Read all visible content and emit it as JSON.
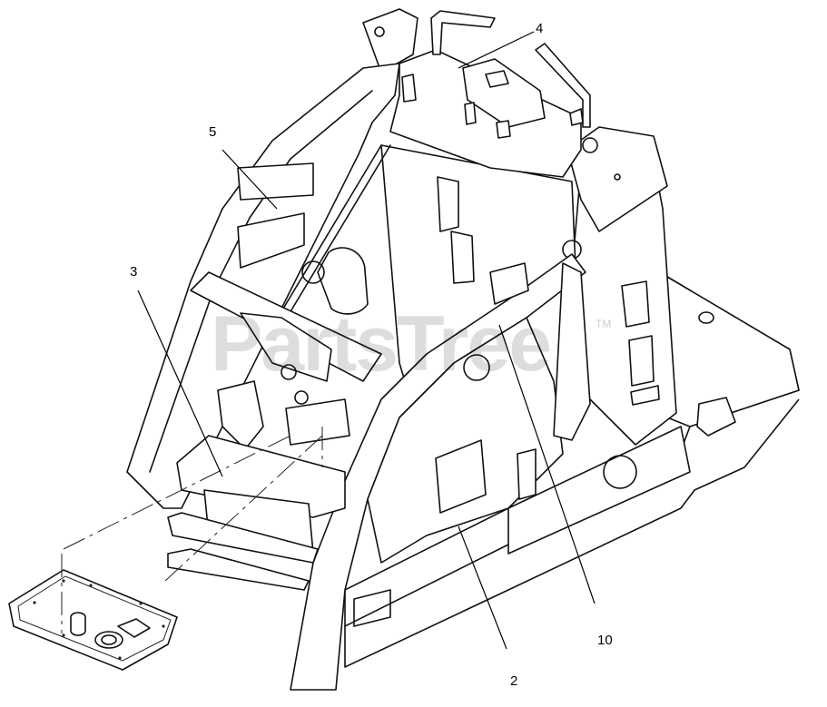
{
  "diagram": {
    "watermark": "PartsTree",
    "watermark_tm": "TM",
    "callouts": [
      {
        "id": "4",
        "text": "4"
      },
      {
        "id": "5",
        "text": "5"
      },
      {
        "id": "3",
        "text": "3"
      },
      {
        "id": "10",
        "text": "10"
      },
      {
        "id": "2",
        "text": "2"
      }
    ]
  }
}
